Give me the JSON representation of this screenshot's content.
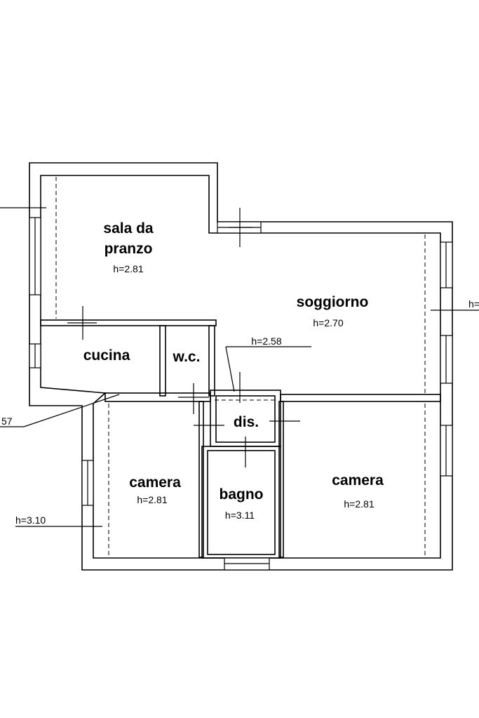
{
  "rooms": {
    "sala_da_pranzo": {
      "line1": "sala da",
      "line2": "pranzo",
      "height": "h=2.81"
    },
    "soggiorno": {
      "name": "soggiorno",
      "height": "h=2.70"
    },
    "cucina": {
      "name": "cucina"
    },
    "wc": {
      "name": "w.c."
    },
    "disimpegno": {
      "name": "dis.",
      "height": "h=2.58"
    },
    "camera_left": {
      "name": "camera",
      "height": "h=2.81"
    },
    "bagno": {
      "name": "bagno",
      "height": "h=3.11"
    },
    "camera_right": {
      "name": "camera",
      "height": "h=2.81"
    }
  },
  "edge_labels": {
    "left_lower": "h=3.10",
    "left_cut": "57",
    "right_cut": "h="
  }
}
